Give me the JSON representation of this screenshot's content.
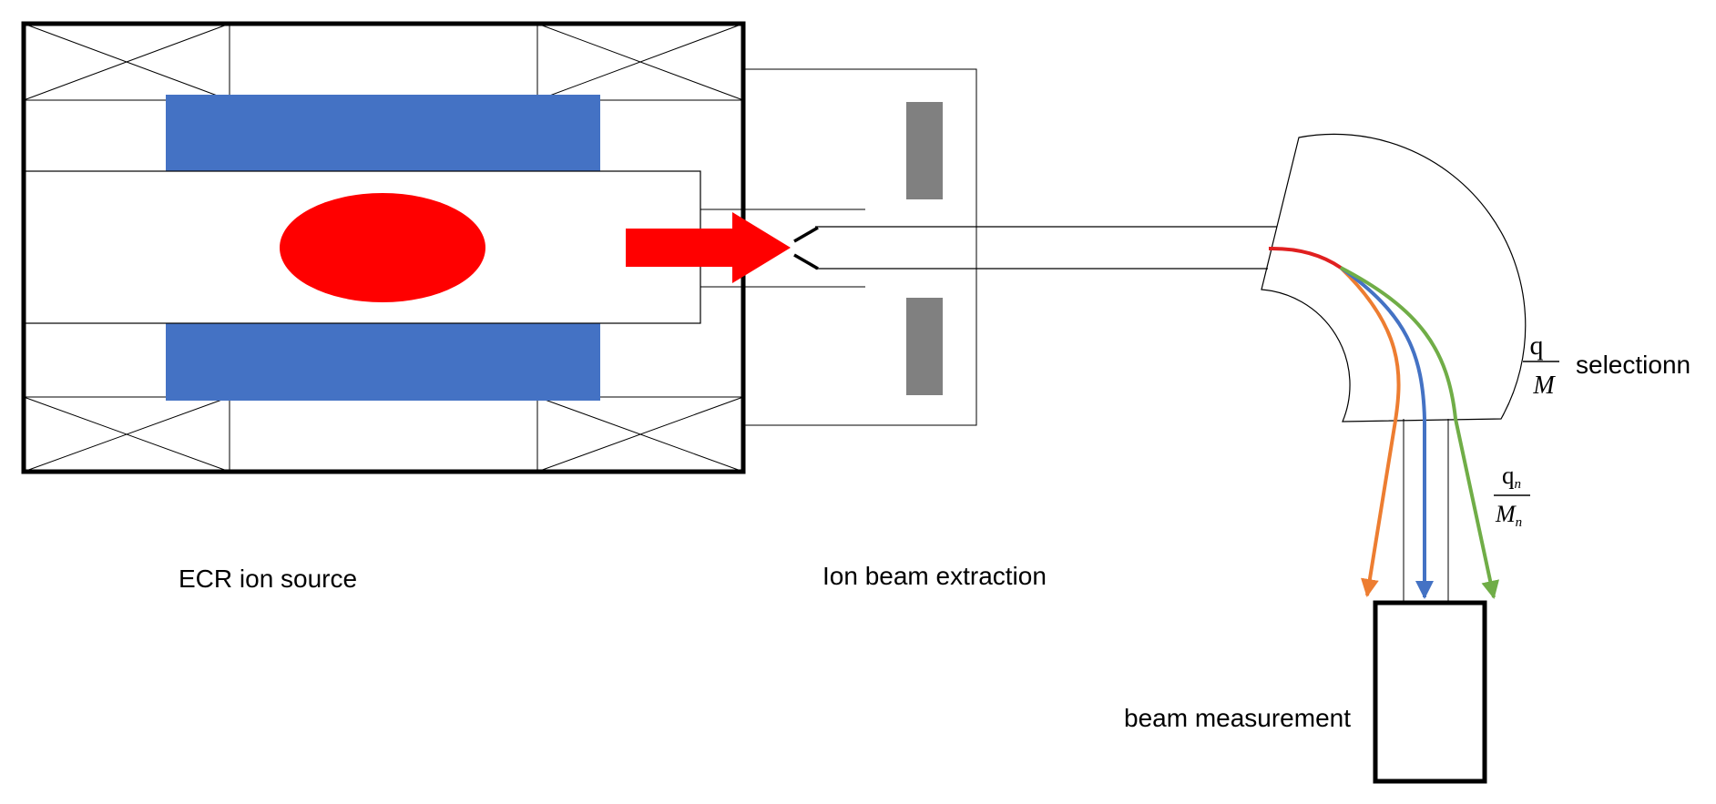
{
  "labels": {
    "ecr_source": "ECR ion source",
    "extraction": "Ion beam extraction",
    "selection": "selectionn",
    "measurement": "beam measurement"
  },
  "fraction_main": {
    "numerator": "q",
    "denominator": "M"
  },
  "fraction_n": {
    "numerator": "q",
    "numerator_sub": "n",
    "denominator": "M",
    "denominator_sub": "n"
  },
  "colors": {
    "coil": "#4472C4",
    "plasma": "#FF0000",
    "electrode": "#808080",
    "beam_orange": "#ED7D31",
    "beam_blue": "#4472C4",
    "beam_green": "#70AD47",
    "beam_red": "#E02020",
    "outline": "#000000"
  }
}
